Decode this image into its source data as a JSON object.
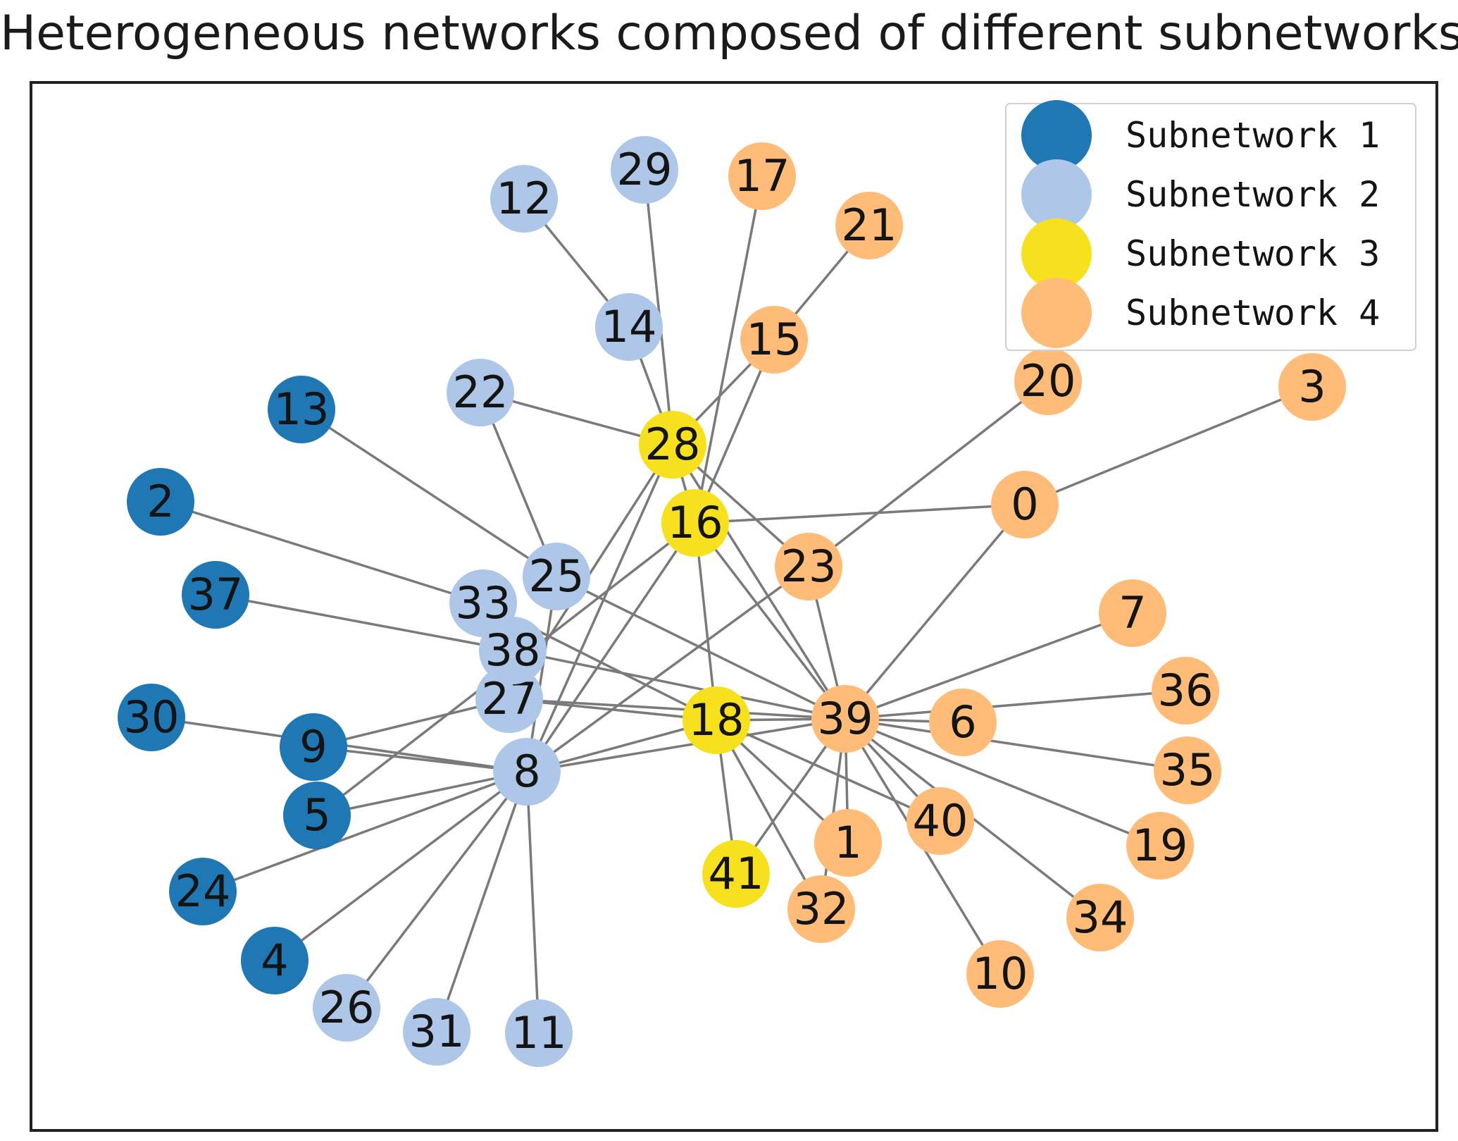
{
  "title": "Heterogeneous networks composed of different subnetworks",
  "colors": {
    "subnetwork_1": "#1f77b4",
    "subnetwork_2": "#aec7e8",
    "subnetwork_3": "#f7e11e",
    "subnetwork_4": "#ffbb78",
    "edge": "#7a7a7a",
    "frame": "#222222"
  },
  "legend": [
    {
      "label": "Subnetwork 1",
      "group": 1
    },
    {
      "label": "Subnetwork 2",
      "group": 2
    },
    {
      "label": "Subnetwork 3",
      "group": 3
    },
    {
      "label": "Subnetwork 4",
      "group": 4
    }
  ],
  "nodes": [
    {
      "id": "0",
      "group": 4
    },
    {
      "id": "1",
      "group": 4
    },
    {
      "id": "2",
      "group": 1
    },
    {
      "id": "3",
      "group": 4
    },
    {
      "id": "4",
      "group": 1
    },
    {
      "id": "5",
      "group": 1
    },
    {
      "id": "6",
      "group": 4
    },
    {
      "id": "7",
      "group": 4
    },
    {
      "id": "8",
      "group": 2
    },
    {
      "id": "9",
      "group": 1
    },
    {
      "id": "10",
      "group": 4
    },
    {
      "id": "11",
      "group": 2
    },
    {
      "id": "12",
      "group": 2
    },
    {
      "id": "13",
      "group": 1
    },
    {
      "id": "14",
      "group": 2
    },
    {
      "id": "15",
      "group": 4
    },
    {
      "id": "16",
      "group": 3
    },
    {
      "id": "17",
      "group": 4
    },
    {
      "id": "18",
      "group": 3
    },
    {
      "id": "19",
      "group": 4
    },
    {
      "id": "20",
      "group": 4
    },
    {
      "id": "21",
      "group": 4
    },
    {
      "id": "22",
      "group": 2
    },
    {
      "id": "23",
      "group": 4
    },
    {
      "id": "24",
      "group": 1
    },
    {
      "id": "25",
      "group": 2
    },
    {
      "id": "26",
      "group": 2
    },
    {
      "id": "27",
      "group": 2
    },
    {
      "id": "28",
      "group": 3
    },
    {
      "id": "29",
      "group": 2
    },
    {
      "id": "30",
      "group": 1
    },
    {
      "id": "31",
      "group": 2
    },
    {
      "id": "32",
      "group": 4
    },
    {
      "id": "33",
      "group": 2
    },
    {
      "id": "34",
      "group": 4
    },
    {
      "id": "35",
      "group": 4
    },
    {
      "id": "36",
      "group": 4
    },
    {
      "id": "37",
      "group": 1
    },
    {
      "id": "38",
      "group": 2
    },
    {
      "id": "39",
      "group": 4
    },
    {
      "id": "40",
      "group": 4
    },
    {
      "id": "41",
      "group": 3
    }
  ],
  "edges": [
    [
      "12",
      "14"
    ],
    [
      "14",
      "28"
    ],
    [
      "29",
      "28"
    ],
    [
      "17",
      "16"
    ],
    [
      "21",
      "15"
    ],
    [
      "15",
      "28"
    ],
    [
      "15",
      "16"
    ],
    [
      "22",
      "28"
    ],
    [
      "28",
      "16"
    ],
    [
      "28",
      "8"
    ],
    [
      "28",
      "27"
    ],
    [
      "28",
      "39"
    ],
    [
      "28",
      "23"
    ],
    [
      "16",
      "0"
    ],
    [
      "16",
      "8"
    ],
    [
      "16",
      "5"
    ],
    [
      "16",
      "18"
    ],
    [
      "16",
      "39"
    ],
    [
      "25",
      "22"
    ],
    [
      "25",
      "13"
    ],
    [
      "25",
      "8"
    ],
    [
      "25",
      "39"
    ],
    [
      "33",
      "2"
    ],
    [
      "33",
      "18"
    ],
    [
      "38",
      "37"
    ],
    [
      "38",
      "39"
    ],
    [
      "27",
      "9"
    ],
    [
      "27",
      "18"
    ],
    [
      "27",
      "39"
    ],
    [
      "8",
      "30"
    ],
    [
      "8",
      "9"
    ],
    [
      "8",
      "5"
    ],
    [
      "8",
      "24"
    ],
    [
      "8",
      "4"
    ],
    [
      "8",
      "26"
    ],
    [
      "8",
      "31"
    ],
    [
      "8",
      "11"
    ],
    [
      "8",
      "23"
    ],
    [
      "8",
      "39"
    ],
    [
      "8",
      "18"
    ],
    [
      "0",
      "39"
    ],
    [
      "20",
      "23"
    ],
    [
      "3",
      "0"
    ],
    [
      "23",
      "39"
    ],
    [
      "18",
      "39"
    ],
    [
      "18",
      "41"
    ],
    [
      "18",
      "1"
    ],
    [
      "18",
      "32"
    ],
    [
      "18",
      "40"
    ],
    [
      "39",
      "7"
    ],
    [
      "39",
      "6"
    ],
    [
      "39",
      "36"
    ],
    [
      "39",
      "35"
    ],
    [
      "39",
      "19"
    ],
    [
      "39",
      "34"
    ],
    [
      "39",
      "10"
    ],
    [
      "39",
      "1"
    ],
    [
      "39",
      "32"
    ],
    [
      "39",
      "40"
    ],
    [
      "39",
      "41"
    ]
  ]
}
